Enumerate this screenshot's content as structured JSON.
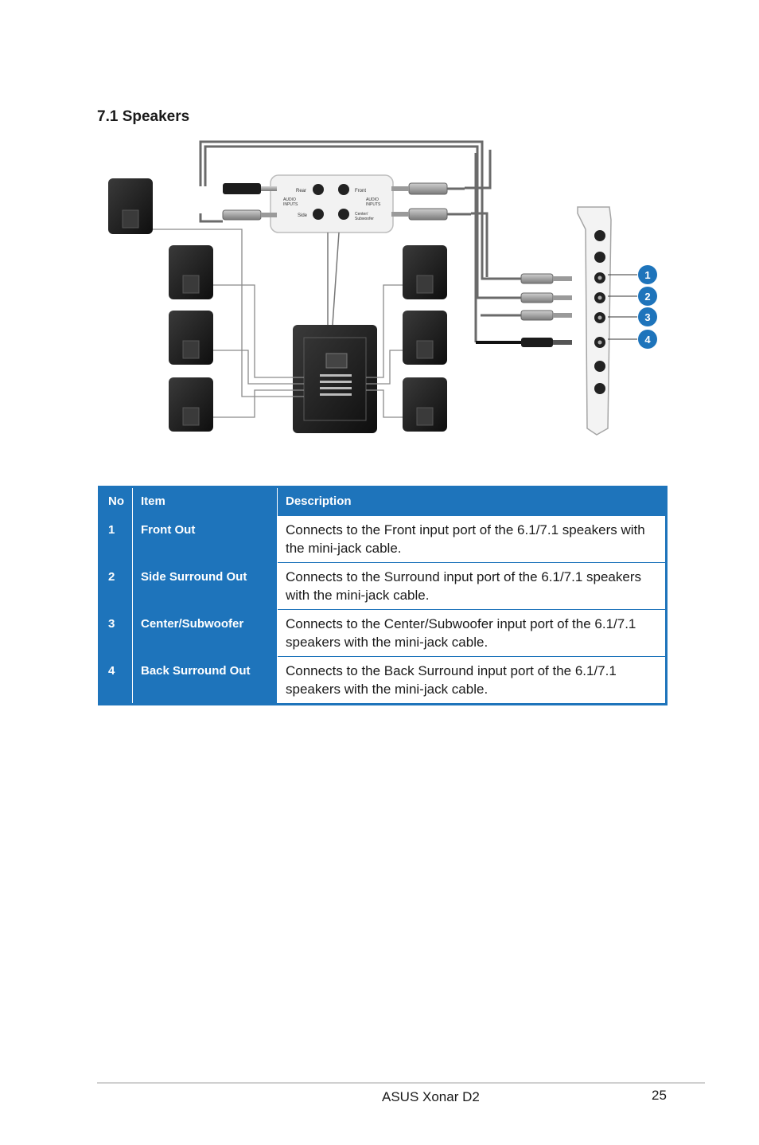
{
  "section": {
    "title": "7.1 Speakers"
  },
  "figure": {
    "labels": {
      "rear": "Rear",
      "side": "Side",
      "audio_inputs_left": "AUDIO\nINPUTS",
      "front": "Front",
      "center": "Center/",
      "subwoofer": "Subwoofer",
      "audio_inputs_right": "AUDIO\nINPUTS"
    },
    "callouts": [
      "1",
      "2",
      "3",
      "4"
    ],
    "colors": {
      "callout": "#1e74bb",
      "speaker": "#1c1c1c",
      "cable": "#555555"
    }
  },
  "table": {
    "headers": {
      "no": "No",
      "item": "Item",
      "description": "Description"
    },
    "rows": [
      {
        "no": "1",
        "item": "Front Out",
        "description": "Connects to the Front input port of the 6.1/7.1 speakers with the mini-jack cable."
      },
      {
        "no": "2",
        "item": "Side Surround Out",
        "description": "Connects to the Surround input port of the 6.1/7.1 speakers with the mini-jack cable."
      },
      {
        "no": "3",
        "item": "Center/Subwoofer",
        "description": "Connects to the Center/Subwoofer input port of the 6.1/7.1 speakers with the mini-jack cable."
      },
      {
        "no": "4",
        "item": "Back Surround Out",
        "description": "Connects to the Back Surround input port of the 6.1/7.1 speakers with the mini-jack cable."
      }
    ]
  },
  "footer": {
    "product": "ASUS Xonar D2",
    "page_number": "25"
  }
}
